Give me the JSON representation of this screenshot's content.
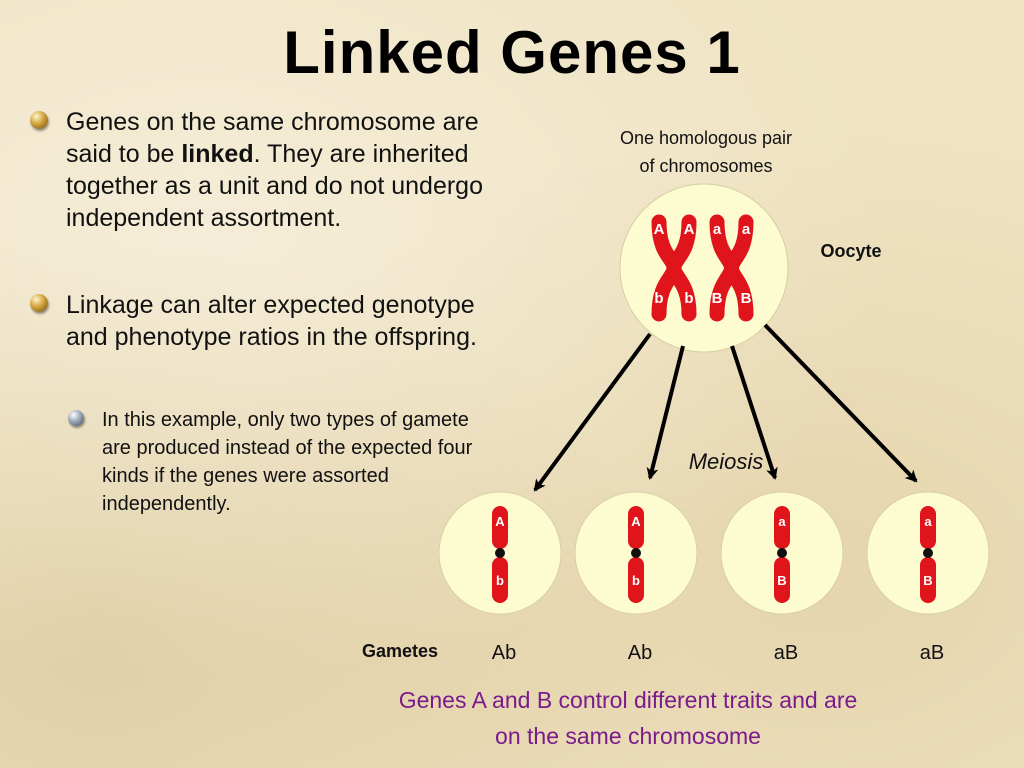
{
  "title": "Linked Genes 1",
  "bullets": [
    {
      "pre": "Genes on the same chromosome are said to be ",
      "bold": "linked",
      "post": ". They are inherited together as a unit and do not undergo independent assortment."
    },
    {
      "text": "Linkage can alter expected genotype and phenotype ratios in the offspring."
    }
  ],
  "sub_bullet": "In this example, only two types of gamete are produced instead of the expected four kinds if the genes were assorted independently.",
  "diagram": {
    "pair_label_line1": "One homologous pair",
    "pair_label_line2": "of chromosomes",
    "oocyte_label": "Oocyte",
    "meiosis_label": "Meiosis",
    "gametes_label": "Gametes",
    "oocyte_alleles_top": [
      "A",
      "A",
      "a",
      "a"
    ],
    "oocyte_alleles_bottom": [
      "b",
      "b",
      "B",
      "B"
    ],
    "gametes": [
      {
        "top": "A",
        "bottom": "b",
        "label": "Ab"
      },
      {
        "top": "A",
        "bottom": "b",
        "label": "Ab"
      },
      {
        "top": "a",
        "bottom": "B",
        "label": "aB"
      },
      {
        "top": "a",
        "bottom": "B",
        "label": "aB"
      }
    ],
    "caption_line1": "Genes A and B control different traits and are",
    "caption_line2": "on the same chromosome"
  },
  "colors": {
    "chromosome": "#e0141b",
    "cell_fill": "#fdfbd0",
    "caption": "#7a1a8c"
  }
}
